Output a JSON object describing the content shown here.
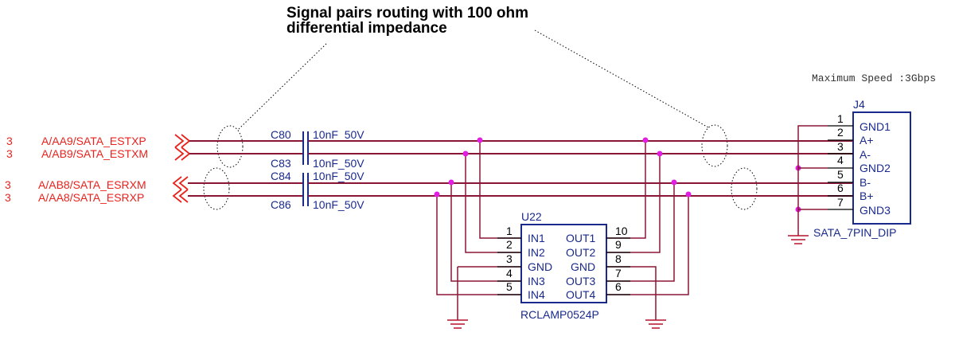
{
  "annotation": {
    "line1": "Signal pairs routing with 100 ohm",
    "line2": "differential impedance"
  },
  "speed_note": "Maximum Speed :3Gbps",
  "nets": [
    {
      "sheet": "3",
      "name": "A/AA9/SATA_ESTXP"
    },
    {
      "sheet": "3",
      "name": "A/AB9/SATA_ESTXM"
    },
    {
      "sheet": "3",
      "name": "A/AB8/SATA_ESRXM"
    },
    {
      "sheet": "3",
      "name": "A/AA8/SATA_ESRXP"
    }
  ],
  "capacitors": [
    {
      "ref": "C80",
      "value": "10nF_50V"
    },
    {
      "ref": "C83",
      "value": "10nF_50V"
    },
    {
      "ref": "C84",
      "value": "10nF_50V"
    },
    {
      "ref": "C86",
      "value": "10nF_50V"
    }
  ],
  "u22": {
    "ref": "U22",
    "part": "RCLAMP0524P",
    "pins": [
      {
        "num": "1",
        "name": "IN1"
      },
      {
        "num": "2",
        "name": "IN2"
      },
      {
        "num": "3",
        "name": "GND"
      },
      {
        "num": "4",
        "name": "IN3"
      },
      {
        "num": "5",
        "name": "IN4"
      },
      {
        "num": "10",
        "name": "OUT1"
      },
      {
        "num": "9",
        "name": "OUT2"
      },
      {
        "num": "8",
        "name": "GND"
      },
      {
        "num": "7",
        "name": "OUT3"
      },
      {
        "num": "6",
        "name": "OUT4"
      }
    ]
  },
  "j4": {
    "ref": "J4",
    "part": "SATA_7PIN_DIP",
    "pins": [
      {
        "num": "1",
        "name": "GND1"
      },
      {
        "num": "2",
        "name": "A+"
      },
      {
        "num": "3",
        "name": "A-"
      },
      {
        "num": "4",
        "name": "GND2"
      },
      {
        "num": "5",
        "name": "B-"
      },
      {
        "num": "6",
        "name": "B+"
      },
      {
        "num": "7",
        "name": "GND3"
      }
    ]
  }
}
